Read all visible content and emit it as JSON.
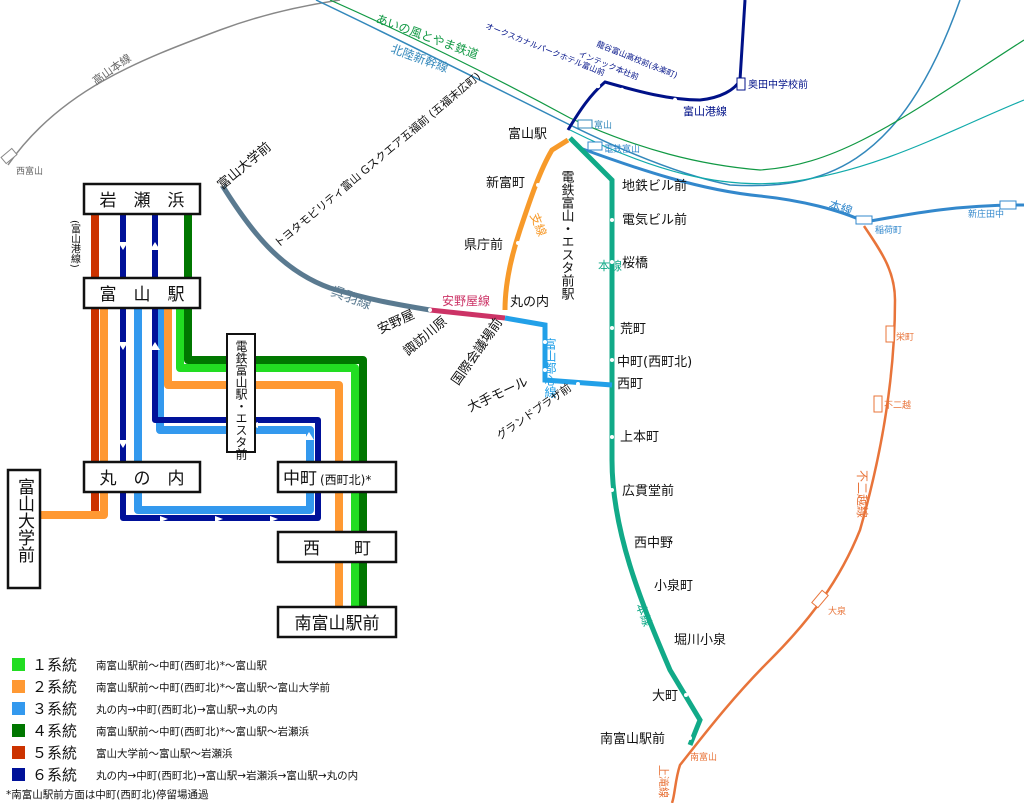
{
  "colors": {
    "sys1": "#22dd22",
    "sys2": "#ff9933",
    "sys3": "#3399ee",
    "sys4": "#007700",
    "sys5": "#cc3300",
    "sys6": "#001199",
    "honsen": "#11aa88",
    "shisen": "#f79a2a",
    "toshin": "#22a0e8",
    "kureha": "#5a7a90",
    "annoya": "#cc3366",
    "fujikoshi": "#e8743a",
    "takayama": "#888888",
    "hokuriku": "#3388bb",
    "ainokaze": "#119944",
    "tetsudo": "#3388cc"
  },
  "map": {
    "stations": {
      "toyama_eki": "富山駅",
      "chitetsu_biru": "地鉄ビル前",
      "denki_biru": "電気ビル前",
      "sakurabashi": "桜橋",
      "aramachi": "荒町",
      "nakamachi": "中町(西町北)",
      "nishicho": "西町",
      "kamihoncho": "上本町",
      "hirokan": "広貫堂前",
      "nishinakano": "西中野",
      "koizumi": "小泉町",
      "horikawa": "堀川小泉",
      "omachi": "大町",
      "minami_toyama": "南富山駅前",
      "shintomicho": "新富町",
      "kenchomae": "県庁前",
      "marunouchi": "丸の内",
      "dentetsu_v": "電鉄富山・エスタ前駅",
      "kokusai": "国際会議場前",
      "daimaru": "大手モール",
      "grand": "グランドプラザ前",
      "annoya_stn": "安野屋",
      "suwagawara": "諏訪川原",
      "toyama_univ": "富山大学前",
      "toyota": "トヨタモビリティ富山 Gスクエア五福前 (五福末広町)",
      "oak": "オークスカナルパークホテル富山前",
      "ryukoku": "龍谷富山高校前(永楽町)",
      "intech": "インテック本社前",
      "okuda": "奥田中学校前",
      "toyamako_line": "富山港線",
      "nishi_toyama": "西富山",
      "toyama_small": "富山",
      "dentetsu_small": "電鉄富山",
      "inarimachi": "稲荷町",
      "shinjoden": "新庄田中",
      "sakaemachi": "栄町",
      "fujikoshi_stn": "不二越",
      "ooizumi": "大泉",
      "minami_toyama_small": "南富山"
    },
    "lines": {
      "honsen": "本線",
      "shisen": "支線",
      "toshin": "富山都心線",
      "kureha": "呉羽線",
      "annoya": "安野屋線",
      "takayama": "高山本線",
      "hokuriku": "北陸新幹線",
      "ainokaze": "あいの風とやま鉄道",
      "honsen_rail": "本線",
      "fujikoshi": "不二越線",
      "kamidaki": "上滝線"
    }
  },
  "diagram": {
    "iwasehama": "岩　瀬　浜",
    "toyama": "富　山　駅",
    "marunouchi": "丸　の　内",
    "nakamachi_main": "中町",
    "nakamachi_sub": "(西町北)*",
    "nishicho": "西　　町",
    "minami": "南富山駅前",
    "univ": "富山大学前",
    "dentetsu": "電鉄富山駅・エスタ前",
    "kohama": "(富山港線)"
  },
  "legend": [
    {
      "name": "１系統",
      "desc": "南富山駅前〜中町(西町北)*〜富山駅",
      "color": "#22dd22"
    },
    {
      "name": "２系統",
      "desc": "南富山駅前〜中町(西町北)*〜富山駅〜富山大学前",
      "color": "#ff9933"
    },
    {
      "name": "３系統",
      "desc": "丸の内→中町(西町北)→富山駅→丸の内",
      "color": "#3399ee"
    },
    {
      "name": "４系統",
      "desc": "南富山駅前〜中町(西町北)*〜富山駅〜岩瀬浜",
      "color": "#007700"
    },
    {
      "name": "５系統",
      "desc": "富山大学前〜富山駅〜岩瀬浜",
      "color": "#cc3300"
    },
    {
      "name": "６系統",
      "desc": "丸の内→中町(西町北)→富山駅→岩瀬浜→富山駅→丸の内",
      "color": "#001199"
    }
  ],
  "footnote": "*南富山駅前方面は中町(西町北)停留場通過"
}
